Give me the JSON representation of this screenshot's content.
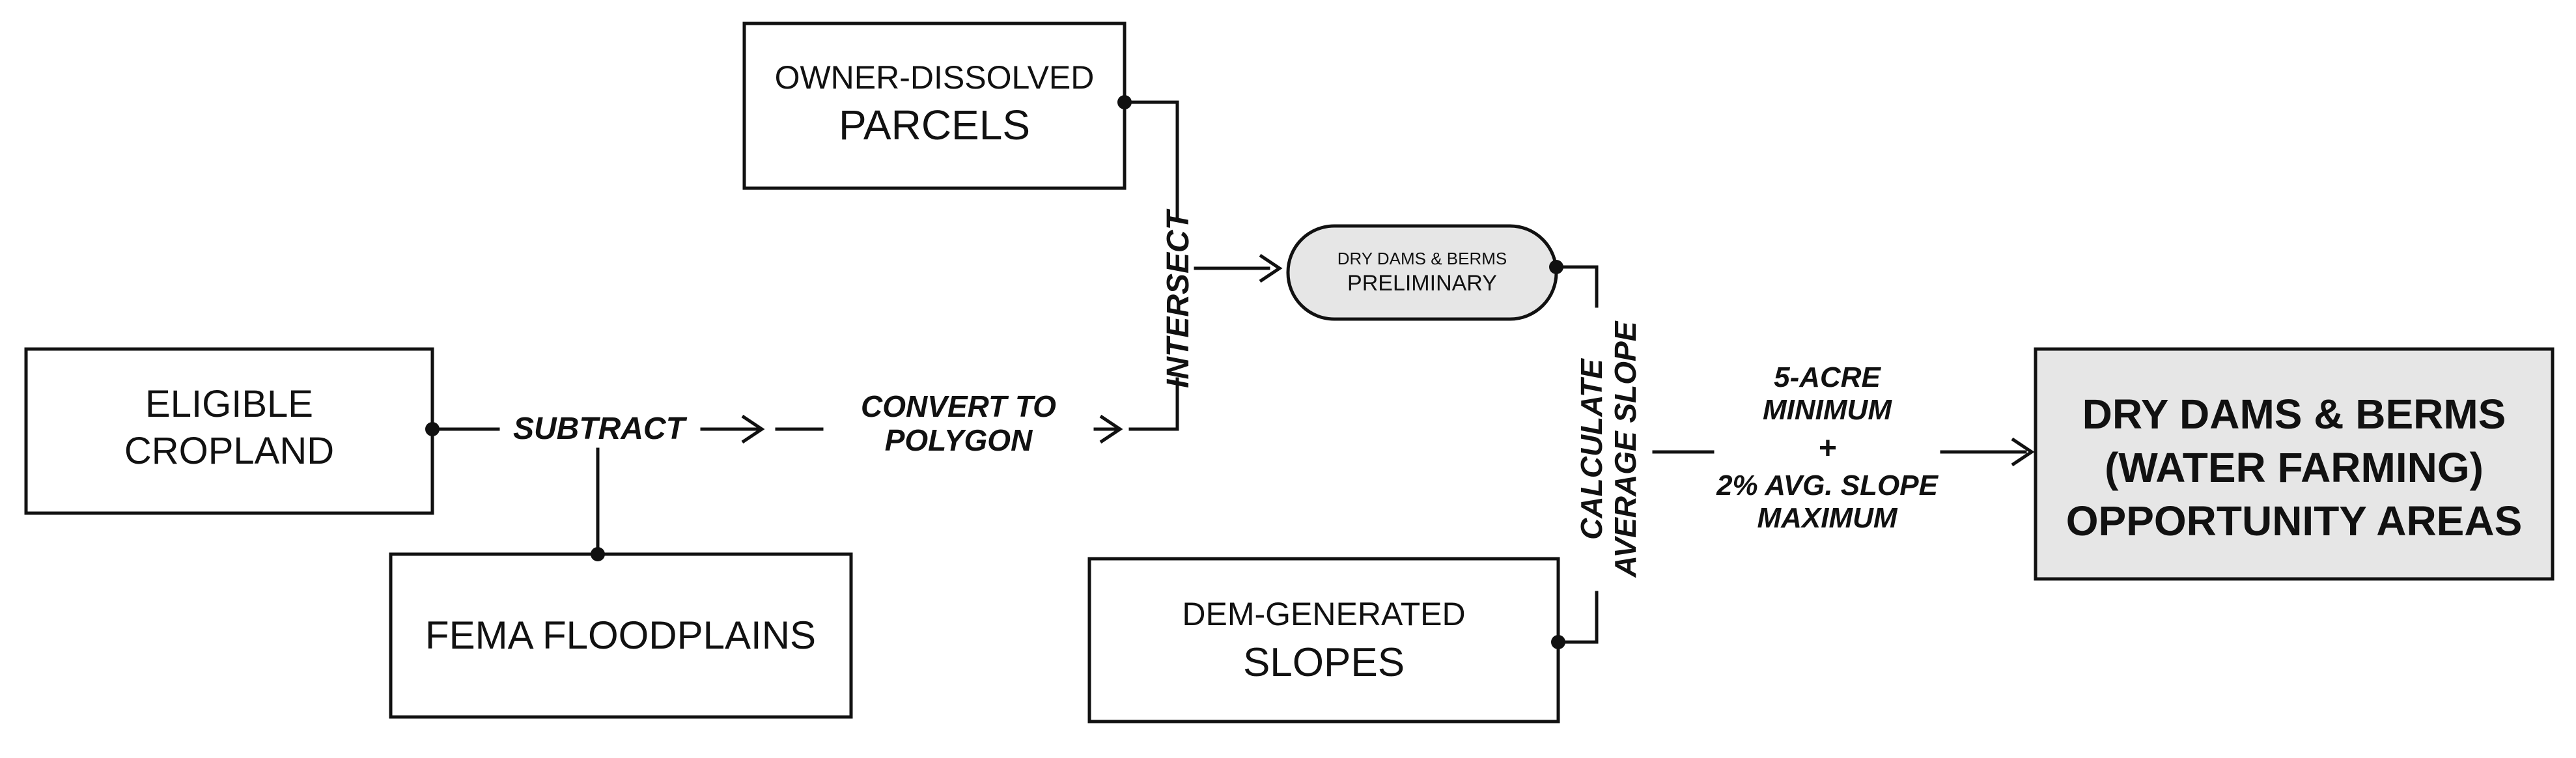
{
  "nodes": {
    "owner_parcels": {
      "line1": "OWNER-DISSOLVED",
      "line2": "PARCELS"
    },
    "eligible_cropland": {
      "line1": "ELIGIBLE",
      "line2": "CROPLAND"
    },
    "fema_floodplains": {
      "line1": "FEMA FLOODPLAINS"
    },
    "dry_dams_prelim": {
      "line1": "DRY DAMS & BERMS",
      "line2": "PRELIMINARY"
    },
    "dem_slopes": {
      "line1": "DEM-GENERATED",
      "line2": "SLOPES"
    },
    "opportunity_areas": {
      "line1": "DRY DAMS & BERMS",
      "line2": "(WATER FARMING)",
      "line3": "OPPORTUNITY AREAS"
    }
  },
  "operations": {
    "subtract": "SUBTRACT",
    "convert_line1": "CONVERT TO",
    "convert_line2": "POLYGON",
    "intersect": "INTERSECT",
    "calc_line1": "CALCULATE",
    "calc_line2": "AVERAGE SLOPE",
    "crit_line1": "5-ACRE",
    "crit_line2": "MINIMUM",
    "crit_line3": "+",
    "crit_line4": "2% AVG. SLOPE",
    "crit_line5": "MAXIMUM"
  },
  "colors": {
    "stroke": "#111111",
    "highlight_fill": "#e6e6e6",
    "background": "#ffffff"
  }
}
